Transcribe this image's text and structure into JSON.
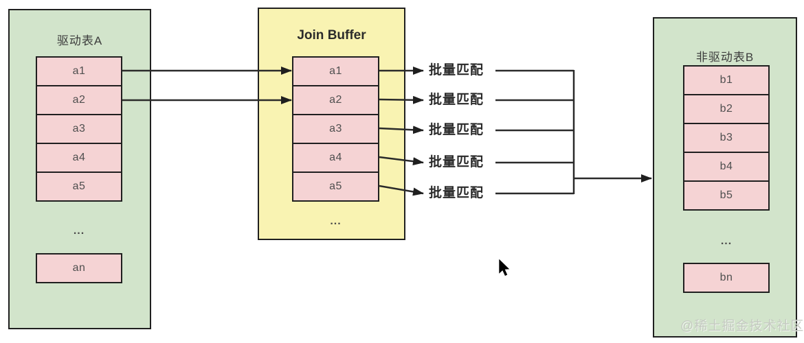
{
  "diagram": {
    "driving_table": {
      "title": "驱动表A",
      "rows": [
        "a1",
        "a2",
        "a3",
        "a4",
        "a5"
      ],
      "ellipsis": "...",
      "last_row": "an"
    },
    "join_buffer": {
      "title": "Join Buffer",
      "rows": [
        "a1",
        "a2",
        "a3",
        "a4",
        "a5"
      ],
      "ellipsis": "..."
    },
    "non_driving_table": {
      "title": "非驱动表B",
      "rows": [
        "b1",
        "b2",
        "b3",
        "b4",
        "b5"
      ],
      "ellipsis": "...",
      "last_row": "bn"
    },
    "match_label": "批量匹配",
    "watermark": "@稀土掘金技术社区",
    "colors": {
      "table_fill": "#d2e4cb",
      "row_fill": "#f5d3d4",
      "buffer_fill": "#f9f3b2",
      "border": "#1f1f1f",
      "line": "#2a2a2a"
    }
  }
}
